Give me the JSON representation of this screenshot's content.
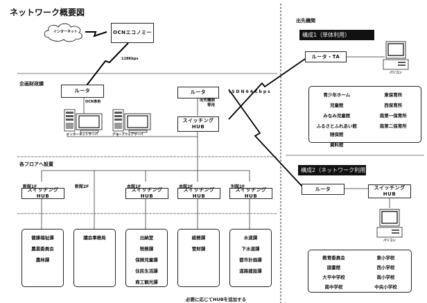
{
  "title": "ネットワーク概要図",
  "internet": {
    "label": "インターネット"
  },
  "ocn": {
    "label": "OCNエコノミー"
  },
  "link_128": "128Kbps",
  "link_isdn": "ISDN64Kbps",
  "sections": {
    "kikaku": "企画財政課",
    "floors": "各フロアへ設置",
    "branch": "出先機関"
  },
  "hq": {
    "router1": "ルータ",
    "ocn_only": "OCN専用",
    "internet_server": "インターネットサーバ",
    "groupware_server": "グループウェアサーバ",
    "router2": "ルータ",
    "branch_only": [
      "出先機関",
      "専用"
    ],
    "hub": [
      "スイッチング",
      "HUB"
    ]
  },
  "floor_hubs": [
    {
      "floor": "新館1F",
      "hub": [
        "スイッチング",
        "HUB"
      ],
      "has_hub": true
    },
    {
      "floor": "新館2F",
      "hub": [],
      "has_hub": false
    },
    {
      "floor": "本館1F",
      "hub": [
        "スイッチング",
        "HUB"
      ],
      "has_hub": true
    },
    {
      "floor": "本館2F",
      "hub": [
        "スイッチング",
        "HUB"
      ],
      "has_hub": true
    },
    {
      "floor": "別館2F",
      "hub": [
        "スイッチング",
        "HUB"
      ],
      "has_hub": true
    }
  ],
  "departments": [
    [
      "健康福祉課",
      "農業委員会",
      "農林課"
    ],
    [
      "議会事務局"
    ],
    [
      "出納室",
      "税務課",
      "保険児童課",
      "住民生活課",
      "商工観光課"
    ],
    [
      "総務課",
      "管財課"
    ],
    [
      "水道課",
      "下水道課",
      "都市計画課",
      "道路建設課"
    ]
  ],
  "footer_note": "必要に応じてHUBを追加する",
  "config1": {
    "banner": "構成1（単体利用）",
    "router": "ルータ・TA",
    "pc": "パソコン",
    "sites_left": [
      "青少年ホーム",
      "児童館",
      "みなみ児童館",
      "ふるさとふれあい館",
      "随保館",
      "資料館"
    ],
    "sites_right": [
      "東保育所",
      "西保育所",
      "南第一保育所",
      "南第二保育所"
    ]
  },
  "config2": {
    "banner": "構成2（ネットワーク利用）",
    "router": "ルータ",
    "hub": [
      "スイッチング",
      "HUB"
    ],
    "pc": "パソコン",
    "sites_left": [
      "教育委員会",
      "図書館",
      "大平中学校",
      "南中学校"
    ],
    "sites_right": [
      "東小学校",
      "西小学校",
      "南小学校",
      "中央小学校"
    ]
  }
}
